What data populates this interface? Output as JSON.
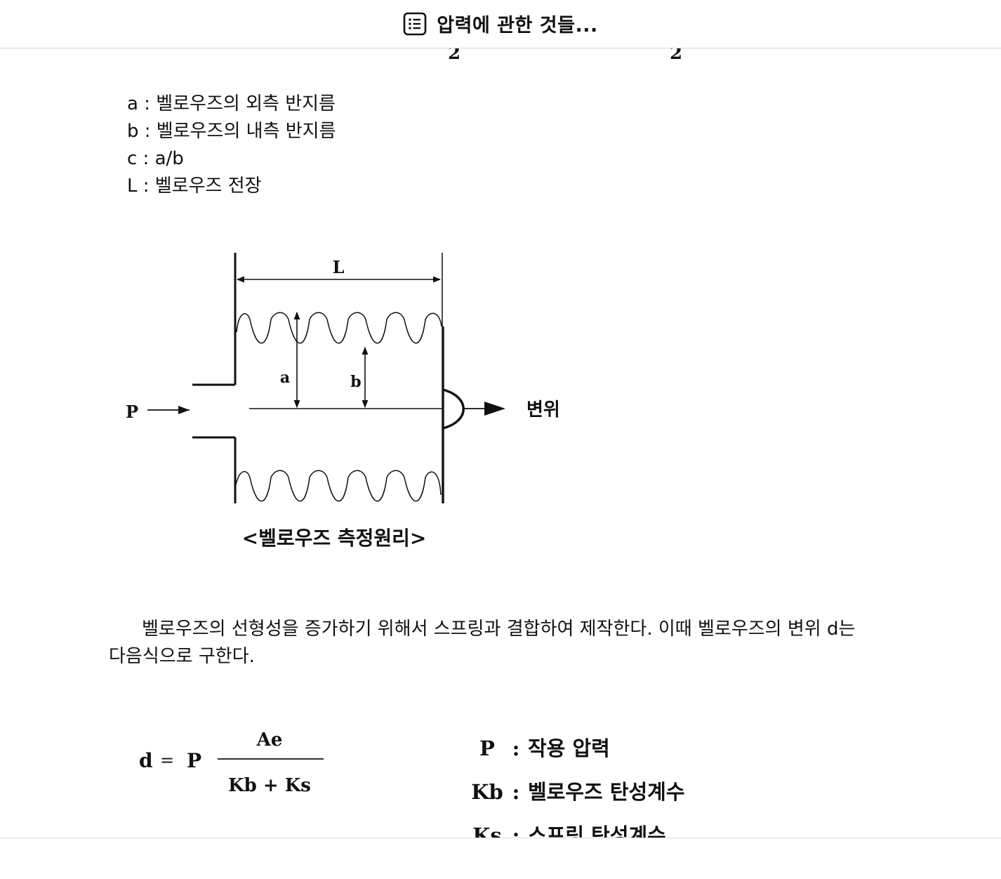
{
  "header": {
    "icon": "list-icon",
    "title": "압력에 관한 것들..."
  },
  "top_fragment": {
    "exponent_1": "2",
    "exponent_2": "2"
  },
  "definitions": [
    {
      "text": "a : 벨로우즈의 외측 반지름"
    },
    {
      "text": "b : 벨로우즈의 내측 반지름"
    },
    {
      "text": "c : a/b"
    },
    {
      "text": "L : 벨로우즈 전장"
    }
  ],
  "diagram": {
    "label_L": "L",
    "label_a": "a",
    "label_b": "b",
    "label_P": "P",
    "label_displacement": "변위",
    "caption": "<벨로우즈 측정원리>"
  },
  "paragraph": "벨로우즈의 선형성을 증가하기 위해서 스프링과 결합하여 제작한다. 이때 벨로우즈의 변위 d는 다음식으로 구한다.",
  "formula": {
    "lhs": "d",
    "equals": "=",
    "p": "P",
    "numerator": "Ae",
    "denominator": "Kb + Ks"
  },
  "legend": [
    {
      "symbol": "P",
      "colon": ":",
      "desc": "작용 압력"
    },
    {
      "symbol": "Kb",
      "colon": ":",
      "desc": "벨로우즈 탄성계수"
    },
    {
      "symbol": "Ks",
      "colon": ":",
      "desc": "스프링 탄성계수"
    }
  ]
}
